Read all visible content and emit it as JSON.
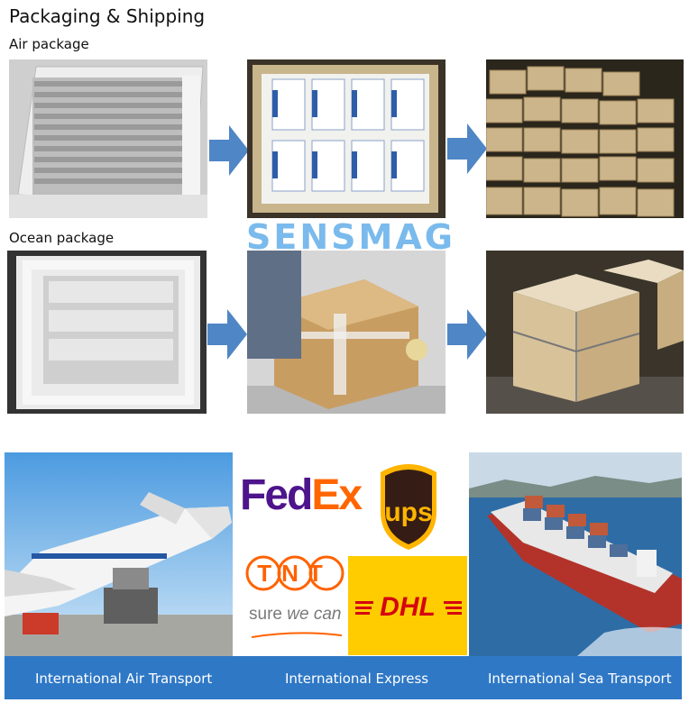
{
  "header": {
    "title": "Packaging & Shipping",
    "air_label": "Air package",
    "ocean_label": "Ocean package"
  },
  "watermark": {
    "text": "SENSMAG"
  },
  "carriers": {
    "fedex_fed": "Fed",
    "fedex_ex": "Ex",
    "ups": "ups",
    "tnt": "TNT",
    "tnt_tagline_sure": "sure",
    "tnt_tagline_wecan": "we can",
    "dhl": "DHL"
  },
  "transport": {
    "air": "International Air Transport",
    "express": "International Express",
    "sea": "International Sea Transport"
  },
  "colors": {
    "arrow": "#4f86c6",
    "bar": "#2f78c6",
    "fedex_purple": "#4d148c",
    "fedex_orange": "#ff6600",
    "ups_brown": "#351c15",
    "ups_gold": "#ffb500",
    "tnt_orange": "#ff6200",
    "dhl_yellow": "#ffcc00",
    "dhl_red": "#d40511"
  }
}
